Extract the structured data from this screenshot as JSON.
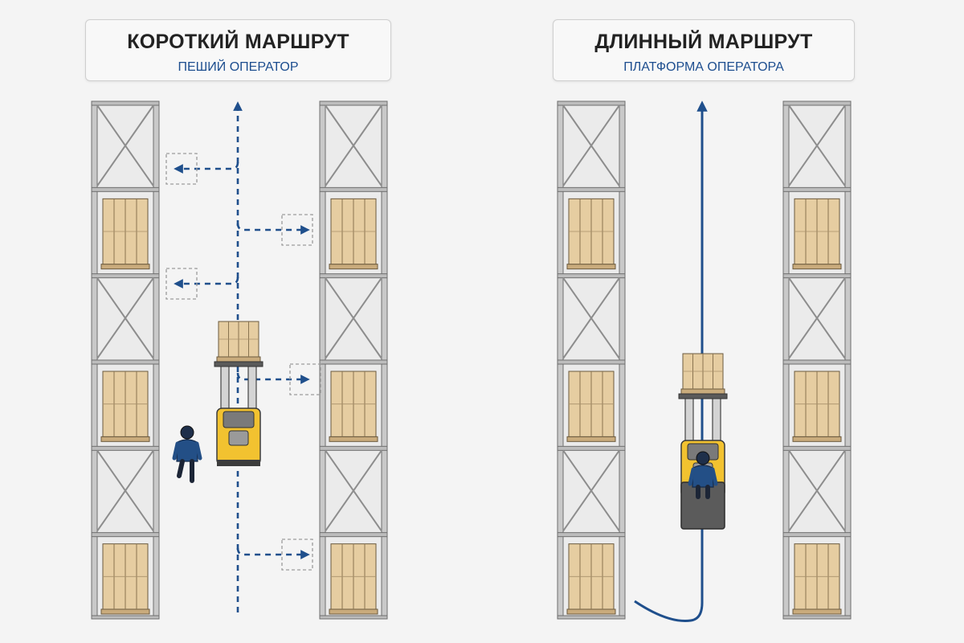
{
  "panels": [
    {
      "title": "КОРОТКИЙ МАРШРУТ",
      "subtitle": "ПЕШИЙ ОПЕРАТОР"
    },
    {
      "title": "ДЛИННЫЙ МАРШРУТ",
      "subtitle": "ПЛАТФОРМА ОПЕРАТОРА"
    }
  ],
  "colors": {
    "route": "#1f4f8c",
    "rack": "#9b9b9b",
    "rack_bg": "#ebebeb",
    "box": "#e6cda1",
    "pallet": "#c9ab7c",
    "truck": "#f2c230",
    "operator": "#234f86"
  },
  "icons": [
    "forklift-icon",
    "walking-operator-icon",
    "platform-operator-icon",
    "pick-arrow-icon"
  ]
}
